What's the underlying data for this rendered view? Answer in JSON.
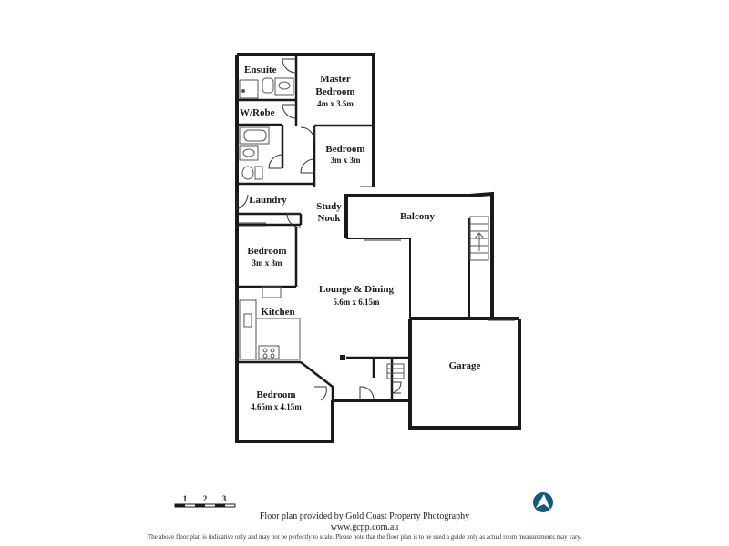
{
  "rooms": {
    "ensuite": {
      "name": "Ensuite"
    },
    "master": {
      "name_line1": "Master",
      "name_line2": "Bedroom",
      "size": "4m x 3.5m"
    },
    "wrobe": {
      "name": "W/Robe"
    },
    "bedroom_top": {
      "name": "Bedroom",
      "size": "3m x 3m"
    },
    "laundry": {
      "name": "Laundry"
    },
    "study": {
      "name_line1": "Study",
      "name_line2": "Nook"
    },
    "balcony": {
      "name": "Balcony"
    },
    "bedroom_mid": {
      "name": "Bedroom",
      "size": "3m x 3m"
    },
    "lounge": {
      "name": "Lounge & Dining",
      "size": "5.6m x 6.15m"
    },
    "kitchen": {
      "name": "Kitchen"
    },
    "garage": {
      "name": "Garage"
    },
    "bedroom_bottom": {
      "name": "Bedroom",
      "size": "4.65m x 4.15m"
    }
  },
  "scale": {
    "ticks": [
      "1",
      "2",
      "3"
    ]
  },
  "footer": {
    "credit": "Floor plan provided by Gold Coast Property Photography",
    "website": "www.gcpp.com.au",
    "disclaimer": "The above floor plan is indicative only and may not be perfectly to scale. Please note that the floor plan is to be used a guide only as actual room measurements may vary."
  },
  "colors": {
    "wall": "#1a1a1a",
    "door": "#333333",
    "fixture": "#555555",
    "logo": "#0f5d7a"
  },
  "icons": {
    "north": "north-arrow-logo"
  }
}
